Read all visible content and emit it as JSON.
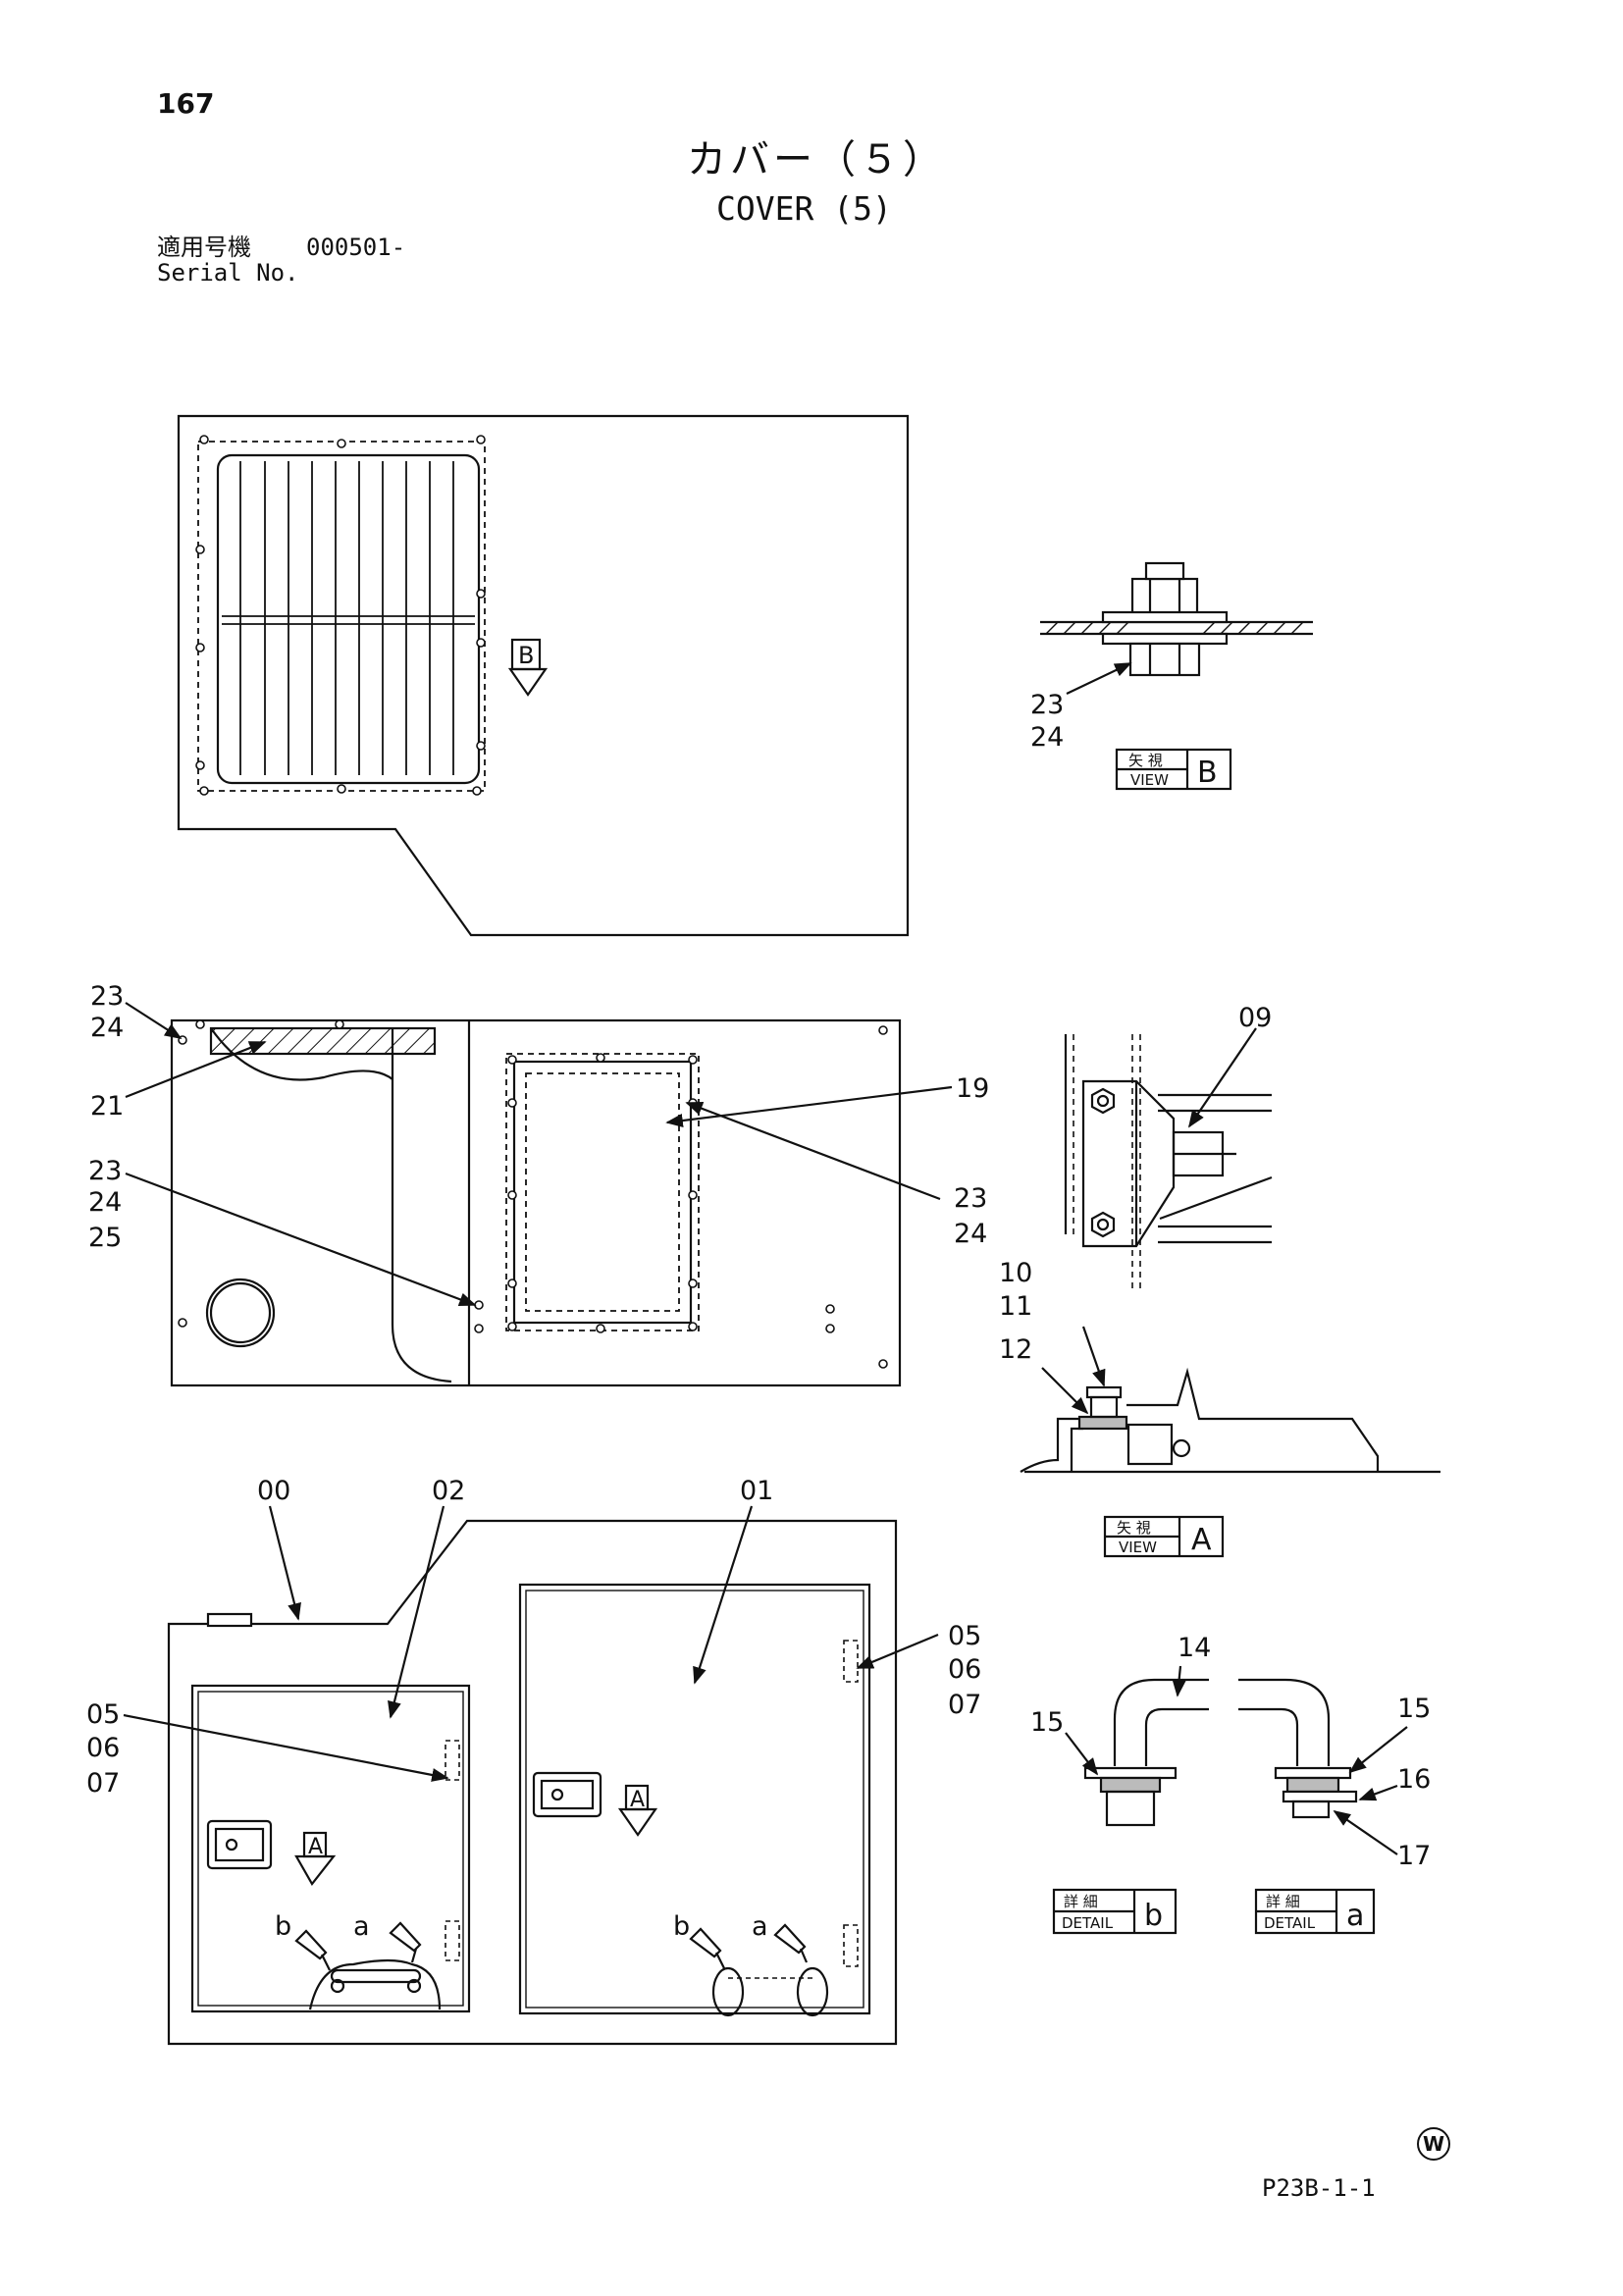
{
  "page_number": "167",
  "title_ja": "カバー（５）",
  "title_en": "COVER (5)",
  "serial_label_ja": "適用号機",
  "serial_value": "000501-",
  "serial_label_en": "Serial No.",
  "doc_code": "P23B-1-1",
  "mark": "W",
  "view_labels": {
    "ja": "矢 視",
    "en": "VIEW",
    "b": "B",
    "a": "A"
  },
  "detail_labels": {
    "ja": "詳 細",
    "en": "DETAIL",
    "b": "b",
    "a": "a"
  },
  "arrow_markers": {
    "b": "B",
    "a": "A"
  },
  "detail_markers": {
    "b": "b",
    "a": "a"
  },
  "callouts": {
    "p00": "00",
    "p01": "01",
    "p02": "02",
    "p05": "05",
    "p06": "06",
    "p07": "07",
    "p09": "09",
    "p10": "10",
    "p11": "11",
    "p12": "12",
    "p14": "14",
    "p15": "15",
    "p16": "16",
    "p17": "17",
    "p19": "19",
    "p21": "21",
    "p23": "23",
    "p24": "24",
    "p25": "25"
  }
}
